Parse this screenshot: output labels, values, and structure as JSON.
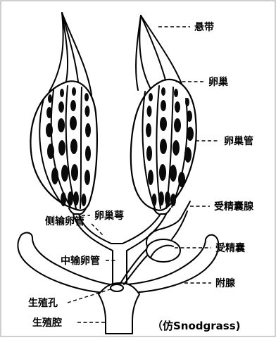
{
  "diagram": {
    "labels": {
      "suspensory_ligament": "悬带",
      "ovary": "卵巢",
      "ovariole": "卵巢管",
      "calyx": "卵巢萼",
      "spermathecal_gland": "受精囊腺",
      "lateral_oviduct": "侧输卵管",
      "spermatheca": "受精囊",
      "common_oviduct": "中输卵管",
      "accessory_gland": "附腺",
      "gonopore": "生殖孔",
      "genital_chamber": "生殖腔"
    },
    "credit": "（仿Snodgrass)",
    "colors": {
      "line": "#000000",
      "background": "#ffffff",
      "frame": "#cfcfcf"
    }
  }
}
